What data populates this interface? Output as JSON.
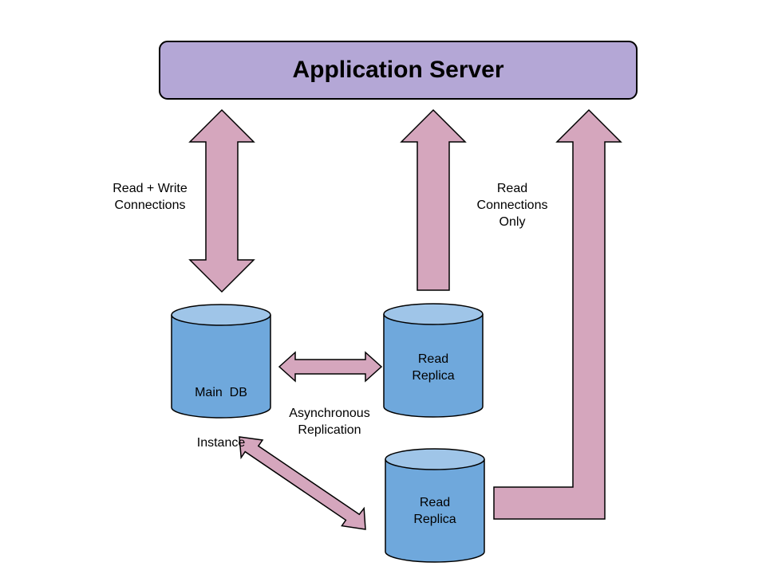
{
  "server": {
    "title": "Application Server"
  },
  "labels": {
    "read_write": [
      "Read + Write",
      "Connections"
    ],
    "read_only": [
      "Read",
      "Connections",
      "Only"
    ],
    "async_replication": [
      "Asynchronous",
      "Replication"
    ]
  },
  "databases": {
    "main": [
      "Main  DB",
      "Instance"
    ],
    "replica_1": [
      "Read",
      "Replica"
    ],
    "replica_2": [
      "Read",
      "Replica"
    ]
  },
  "colors": {
    "server_fill": "#b4a7d6",
    "arrow_fill": "#d5a6bd",
    "db_body": "#6fa8dc",
    "db_top": "#9fc5e8",
    "stroke": "#000000"
  }
}
